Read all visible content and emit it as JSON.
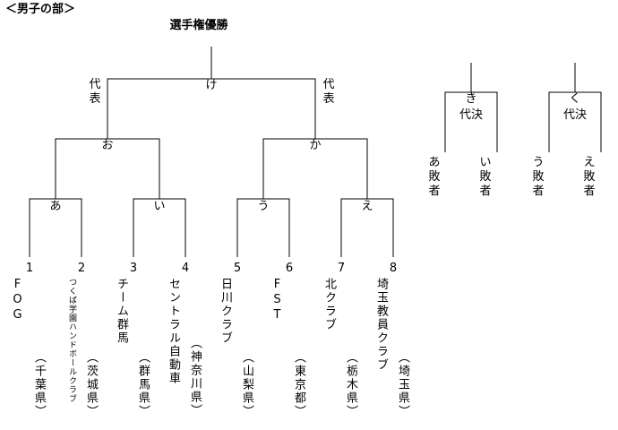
{
  "header": {
    "section_title": "＜男子の部＞"
  },
  "bracket": {
    "title": "選手権優勝",
    "final_match": "け",
    "semi_left": "お",
    "semi_right": "か",
    "side_label_left": "代表",
    "side_label_right": "代表",
    "first_round": [
      "あ",
      "い",
      "う",
      "え"
    ]
  },
  "playoffs": [
    {
      "match": "き",
      "label": "代決",
      "left_source": "あ敗者",
      "right_source": "い敗者"
    },
    {
      "match": "く",
      "label": "代決",
      "left_source": "う敗者",
      "right_source": "え敗者"
    }
  ],
  "teams": [
    {
      "seed": "1",
      "name": "FOG",
      "pref": "（千葉県）"
    },
    {
      "seed": "2",
      "name": "つくば学園ハンドボールクラブ",
      "pref": "（茨城県）"
    },
    {
      "seed": "3",
      "name": "チーム群馬",
      "pref": "（群馬県）"
    },
    {
      "seed": "4",
      "name": "セントラル自動車",
      "pref": "（神奈川県）"
    },
    {
      "seed": "5",
      "name": "日川クラブ",
      "pref": "（山梨県）"
    },
    {
      "seed": "6",
      "name": "FST",
      "pref": "（東京都）"
    },
    {
      "seed": "7",
      "name": "北クラブ",
      "pref": "（栃木県）"
    },
    {
      "seed": "8",
      "name": "埼玉教員クラブ",
      "pref": "（埼玉県）"
    }
  ]
}
